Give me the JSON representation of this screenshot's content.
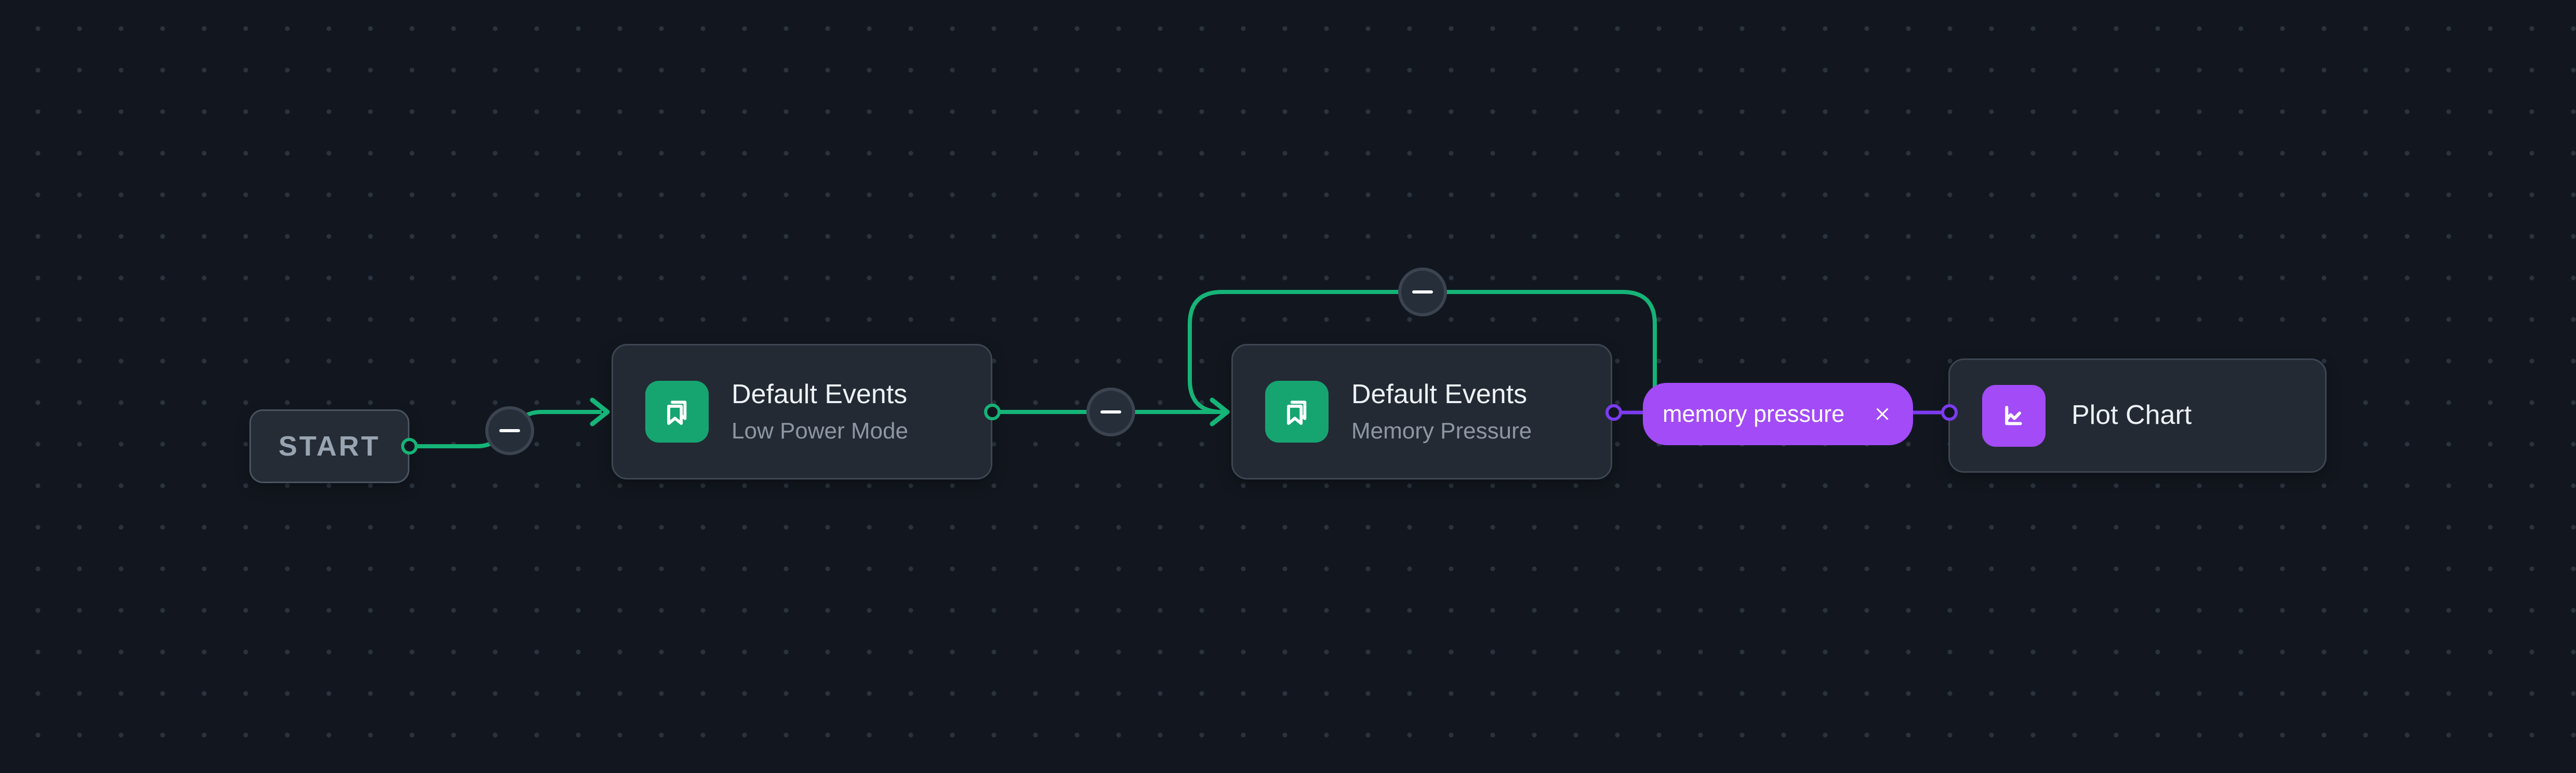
{
  "app": {
    "name": "workflow-canvas",
    "view": "flow-editor"
  },
  "colors": {
    "bg": "#12171f",
    "dot": "#2a333e",
    "node_bg": "#232a34",
    "node_border": "#3d4652",
    "start_bg": "#252c36",
    "start_border": "#4a5460",
    "title": "#eef2f6",
    "subtitle": "#8d97a4",
    "start_text": "#98a4b1",
    "green": "#15b477",
    "green_icon": "#16a571",
    "purple": "#a24bf7",
    "purple_edge": "#7c3bf0",
    "btn_bg": "#262e39",
    "btn_border": "#3b4450",
    "white": "#ffffff"
  },
  "nodes": [
    {
      "id": "start",
      "type": "start",
      "label": "START"
    },
    {
      "id": "low-power-mode",
      "type": "event",
      "title": "Default Events",
      "subtitle": "Low Power Mode",
      "icon": "bookmarks-icon",
      "accent": "green"
    },
    {
      "id": "memory-pressure",
      "type": "event",
      "title": "Default Events",
      "subtitle": "Memory Pressure",
      "icon": "bookmarks-icon",
      "accent": "green"
    },
    {
      "id": "plot-chart",
      "type": "action",
      "title": "Plot Chart",
      "icon": "line-chart-icon",
      "accent": "purple"
    }
  ],
  "edges": [
    {
      "id": "start-to-low-power",
      "from": "start",
      "to": "low-power-mode",
      "color": "green",
      "remove_button": "minus-icon"
    },
    {
      "id": "low-power-to-memory-pressure",
      "from": "low-power-mode",
      "to": "memory-pressure",
      "color": "green",
      "remove_button": "minus-icon"
    },
    {
      "id": "memory-pressure-self-loop",
      "from": "memory-pressure",
      "to": "memory-pressure",
      "color": "green",
      "remove_button": "minus-icon"
    },
    {
      "id": "memory-pressure-to-plot-chart",
      "from": "memory-pressure",
      "to": "plot-chart",
      "color": "purple",
      "label": "memory pressure",
      "label_close": "x-icon"
    }
  ]
}
